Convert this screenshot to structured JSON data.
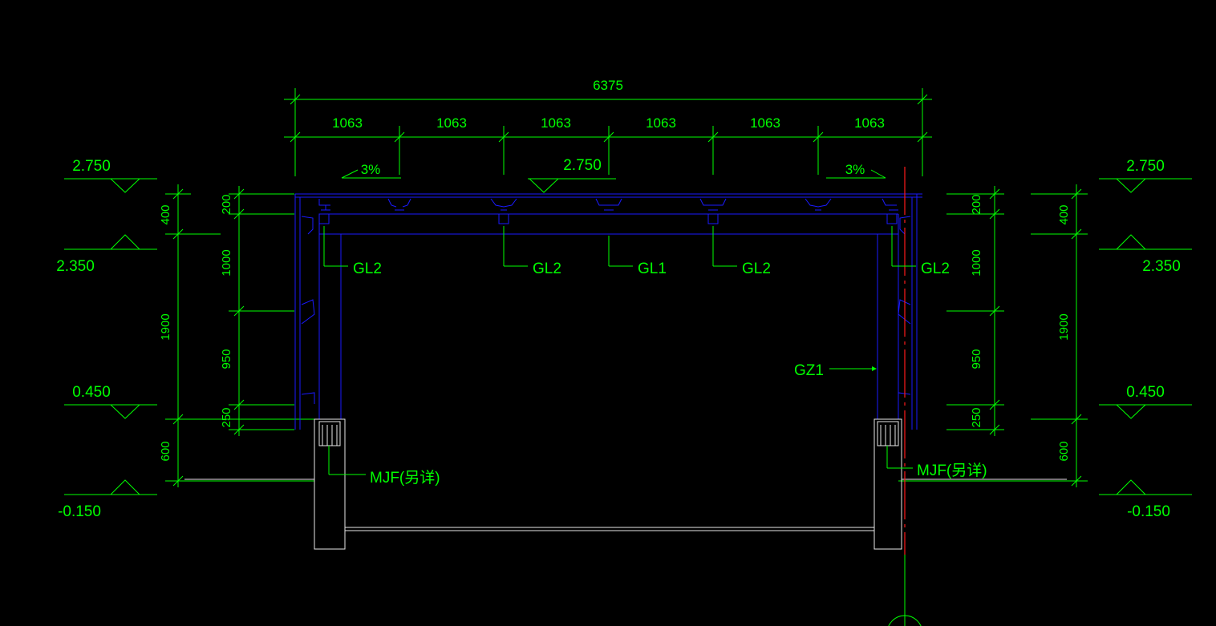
{
  "colors": {
    "background": "#000000",
    "dimension_green": "#00ff00",
    "steel_blue": "#1a1aff",
    "foundation_white": "#e8e8e8",
    "axis_red": "#ff1a1a"
  },
  "dimensions": {
    "overall": "6375",
    "bays": [
      "1063",
      "1063",
      "1063",
      "1063",
      "1063",
      "1063"
    ],
    "slope_left": "3%",
    "slope_right": "3%",
    "roof_top_elevation": "2.750",
    "left_vertical_outer": [
      "400",
      "1900",
      "600"
    ],
    "left_vertical_inner": [
      "200",
      "1000",
      "950",
      "250"
    ],
    "right_vertical_inner": [
      "200",
      "1000",
      "950",
      "250"
    ],
    "right_vertical_outer": [
      "400",
      "1900",
      "600"
    ]
  },
  "elevations": {
    "left": [
      "2.750",
      "2.350",
      "0.450",
      "-0.150"
    ],
    "right": [
      "2.750",
      "2.350",
      "0.450",
      "-0.150"
    ]
  },
  "labels": {
    "gl2_a": "GL2",
    "gl2_b": "GL2",
    "gl1": "GL1",
    "gl2_c": "GL2",
    "gl2_d": "GL2",
    "gz1": "GZ1",
    "mjf_left": "MJF(另详)",
    "mjf_right": "MJF(另详)"
  }
}
